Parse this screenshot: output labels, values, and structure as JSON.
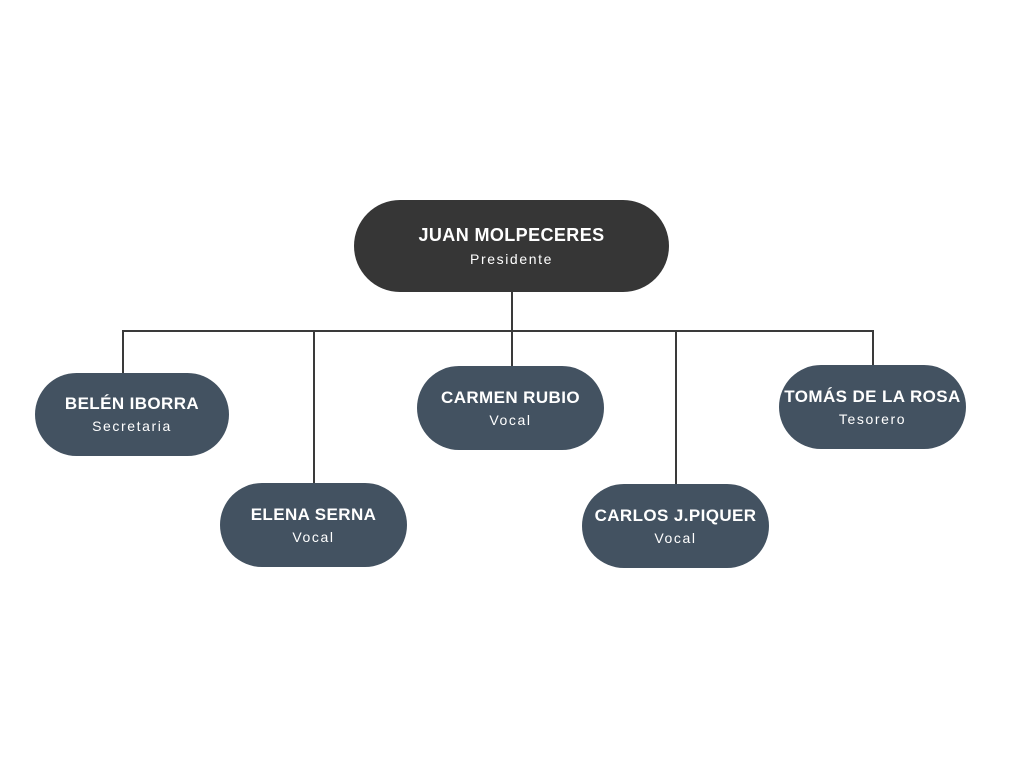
{
  "org_chart": {
    "root": {
      "name": "JUAN MOLPECERES",
      "role": "Presidente"
    },
    "members": [
      {
        "name": "BELÉN IBORRA",
        "role": "Secretaria"
      },
      {
        "name": "ELENA SERNA",
        "role": "Vocal"
      },
      {
        "name": "CARMEN RUBIO",
        "role": "Vocal"
      },
      {
        "name": "CARLOS J.PIQUER",
        "role": "Vocal"
      },
      {
        "name": "TOMÁS DE LA ROSA",
        "role": "Tesorero"
      }
    ]
  },
  "colors": {
    "root_fill": "#363636",
    "member_fill": "#435261",
    "connector": "#3a3a3a",
    "text": "#ffffff",
    "background": "#ffffff"
  }
}
